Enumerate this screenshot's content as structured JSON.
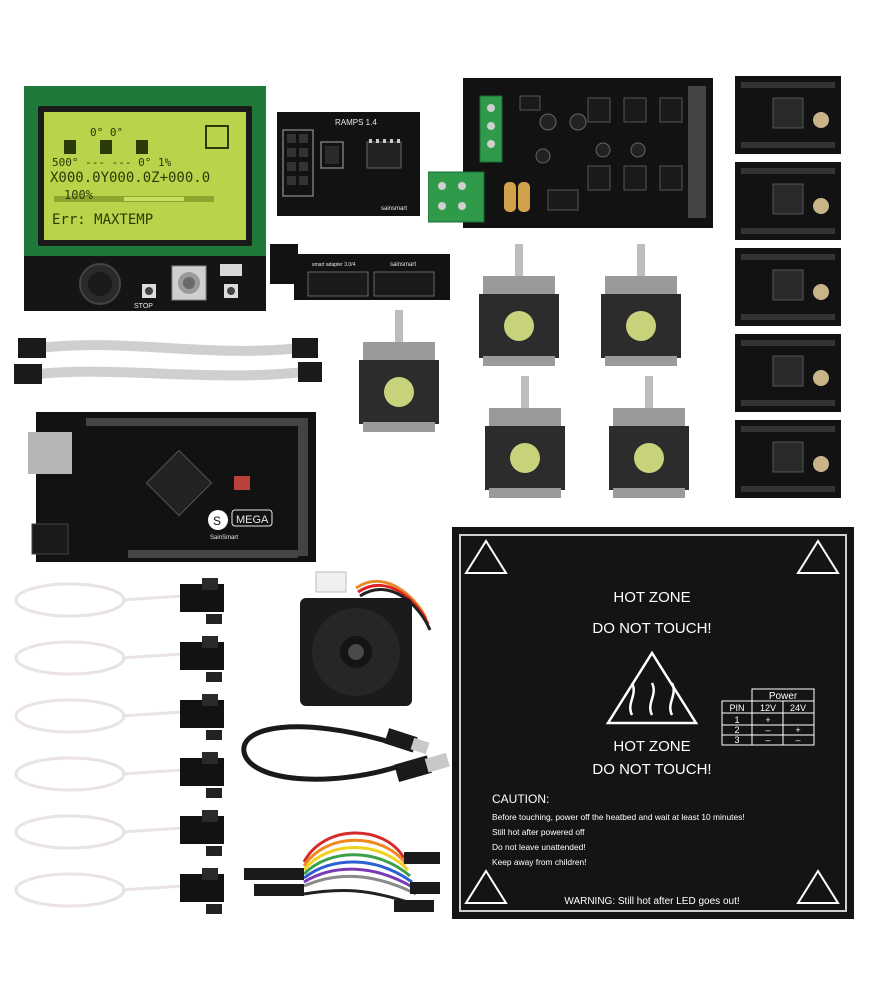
{
  "lcd": {
    "row1": "0°          0°",
    "row2": "500°  ---  ---  0°   1%",
    "row3": "X000.0Y000.0Z+000.0",
    "row4": "100%",
    "row5": "Err: MAXTEMP",
    "stop_label": "STOP"
  },
  "ramps_adapter": {
    "title": "RAMPS 1.4",
    "brand": "sainsmart"
  },
  "lcd_adapter": {
    "label": "smart adapter 3.0/4",
    "brand": "sainsmart"
  },
  "mega": {
    "model": "MEGA",
    "brand": "SainSmart"
  },
  "heatbed": {
    "hot_zone_top": "HOT ZONE",
    "do_not_touch_top": "DO NOT TOUCH!",
    "hot_zone_bottom": "HOT ZONE",
    "do_not_touch_bottom": "DO NOT TOUCH!",
    "power_table": {
      "title": "Power",
      "headers": [
        "PIN",
        "12V",
        "24V"
      ],
      "rows": [
        [
          "1",
          "+",
          ""
        ],
        [
          "2",
          "–",
          "+"
        ],
        [
          "3",
          "–",
          "–"
        ]
      ]
    },
    "caution_title": "CAUTION:",
    "caution_lines": [
      "Before touching, power off the heatbed and wait at least 10 minutes!",
      "Still hot after powered off",
      "Do not leave unattended!",
      "Keep away from children!"
    ],
    "warning": "WARNING: Still hot after LED goes out!"
  },
  "colors": {
    "pcb": "#121212",
    "lcd_screen": "#b9d44a",
    "lcd_pcb": "#1f7a3a",
    "ribbon": "#cfcfcf",
    "motor_body": "#2c2c2c",
    "motor_cap": "#9a9a9a",
    "motor_label": "#c7d27a",
    "terminal_green": "#2e9a4a",
    "cable_white": "#e9e2e6"
  }
}
